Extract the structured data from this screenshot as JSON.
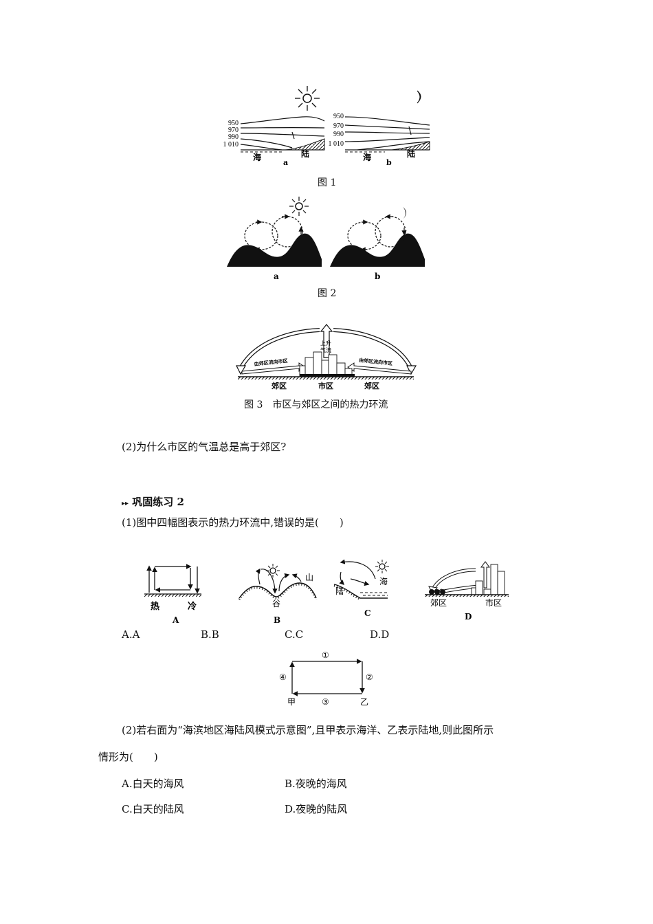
{
  "fig1": {
    "caption": "图 1",
    "isobars": [
      "950",
      "970",
      "990",
      "1 010"
    ],
    "sea": "海",
    "land": "陆",
    "panel_a": "a",
    "panel_b": "b"
  },
  "fig2": {
    "caption": "图 2",
    "panel_a": "a",
    "panel_b": "b"
  },
  "fig3": {
    "caption": "图 3　市区与郊区之间的热力环流",
    "rising": [
      "上升",
      "气流"
    ],
    "left_flow": "由郊区流向市区",
    "right_flow": "由郊区流向市区",
    "suburb_left": "郊区",
    "city": "市区",
    "suburb_right": "郊区"
  },
  "question_2": "(2)为什么市区的气温总是高于郊区?",
  "section": {
    "marker": "▸▸",
    "title": "巩固练习 2"
  },
  "q1": {
    "stem": "(1)图中四幅图表示的热力环流中,错误的是(　　)",
    "figA": {
      "hot": "热",
      "cold": "冷",
      "label": "A"
    },
    "figB": {
      "mountain": "山",
      "valley": "谷",
      "label": "B"
    },
    "figC": {
      "land": "陆",
      "sea": "海",
      "label": "C"
    },
    "figD": {
      "suburb": "郊区",
      "city": "市区",
      "label": "D"
    },
    "options": [
      "A.A",
      "B.B",
      "C.C",
      "D.D"
    ]
  },
  "rect_fig": {
    "n1": "①",
    "n2": "②",
    "n3": "③",
    "n4": "④",
    "left": "甲",
    "right": "乙"
  },
  "q2": {
    "stem_line1": "(2)若右面为“海滨地区海陆风模式示意图”,且甲表示海洋、乙表示陆地,则此图所示",
    "stem_line2": "情形为(　　)",
    "options": [
      "A.白天的海风",
      "B.夜晚的海风",
      "C.白天的陆风",
      "D.夜晚的陆风"
    ]
  }
}
